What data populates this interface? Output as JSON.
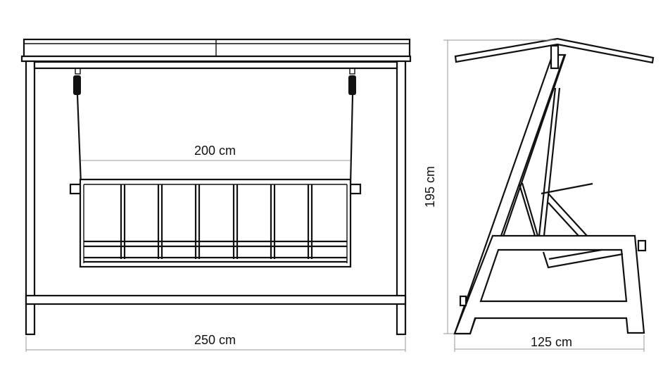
{
  "front_view": {
    "seat_width_label": "200 cm",
    "total_width_label": "250 cm"
  },
  "side_view": {
    "height_label": "195 cm",
    "depth_label": "125 cm"
  }
}
